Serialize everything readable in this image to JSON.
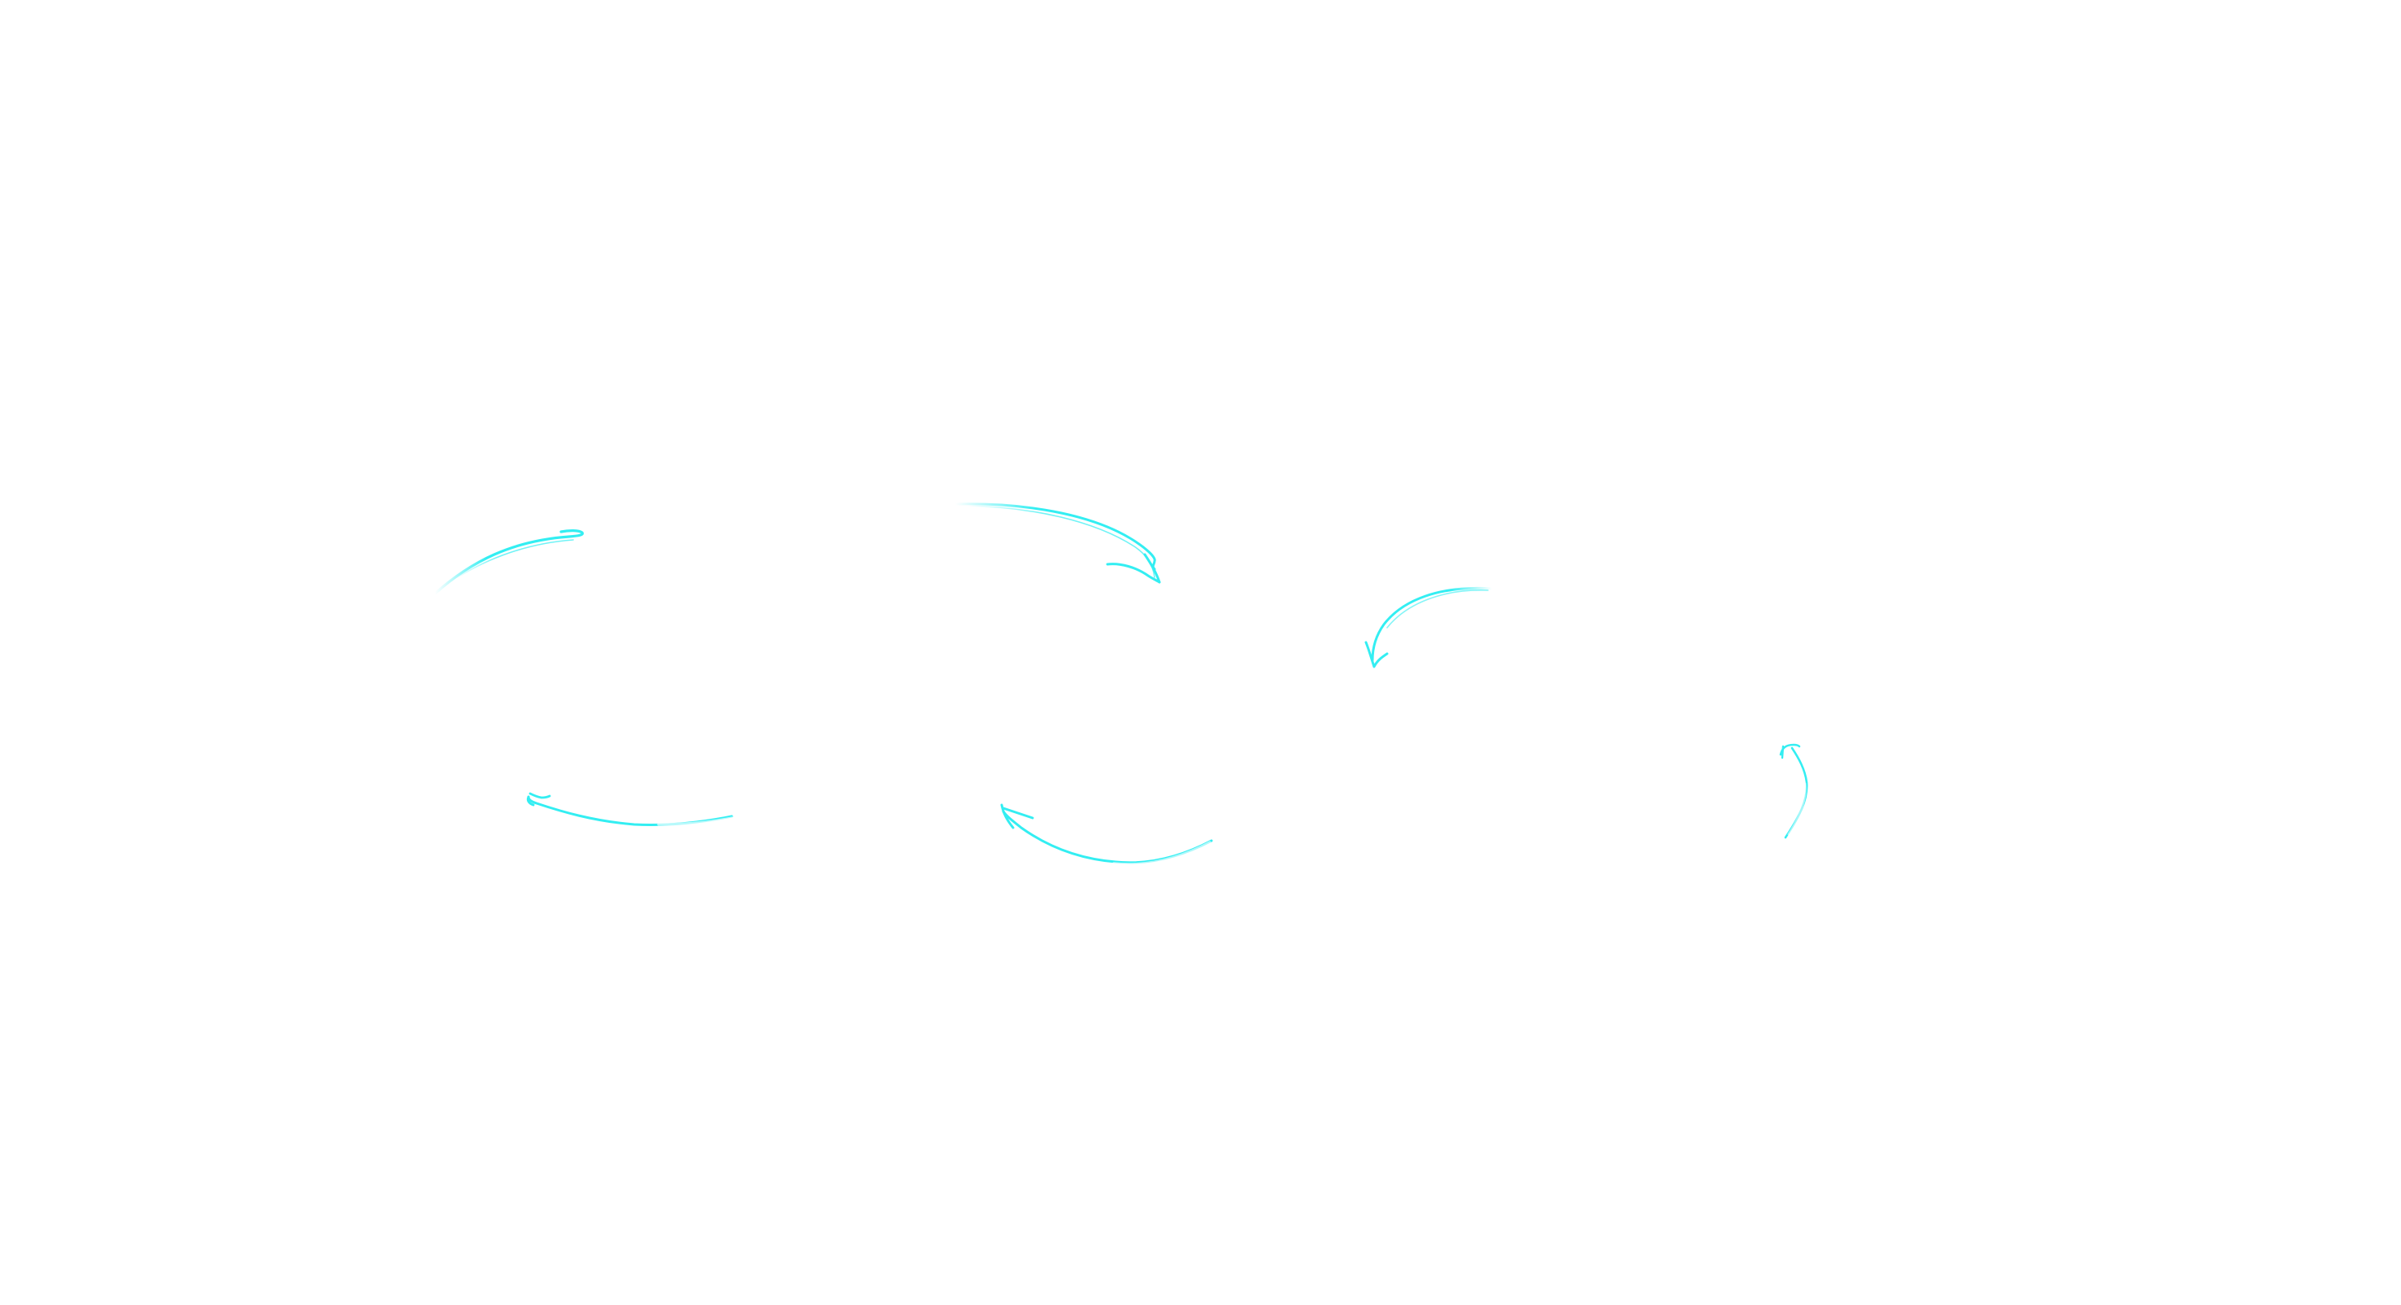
{
  "canvas": {
    "background": "#ffffff",
    "stroke_color": "#33eef2"
  },
  "arrows": [
    {
      "name": "arrow-top-left-icon",
      "direction": "right"
    },
    {
      "name": "arrow-top-middle-icon",
      "direction": "down-right"
    },
    {
      "name": "arrow-center-right-icon",
      "direction": "down-left"
    },
    {
      "name": "arrow-far-right-icon",
      "direction": "up"
    },
    {
      "name": "arrow-bottom-middle-icon",
      "direction": "up-left"
    },
    {
      "name": "arrow-bottom-left-icon",
      "direction": "left"
    }
  ]
}
